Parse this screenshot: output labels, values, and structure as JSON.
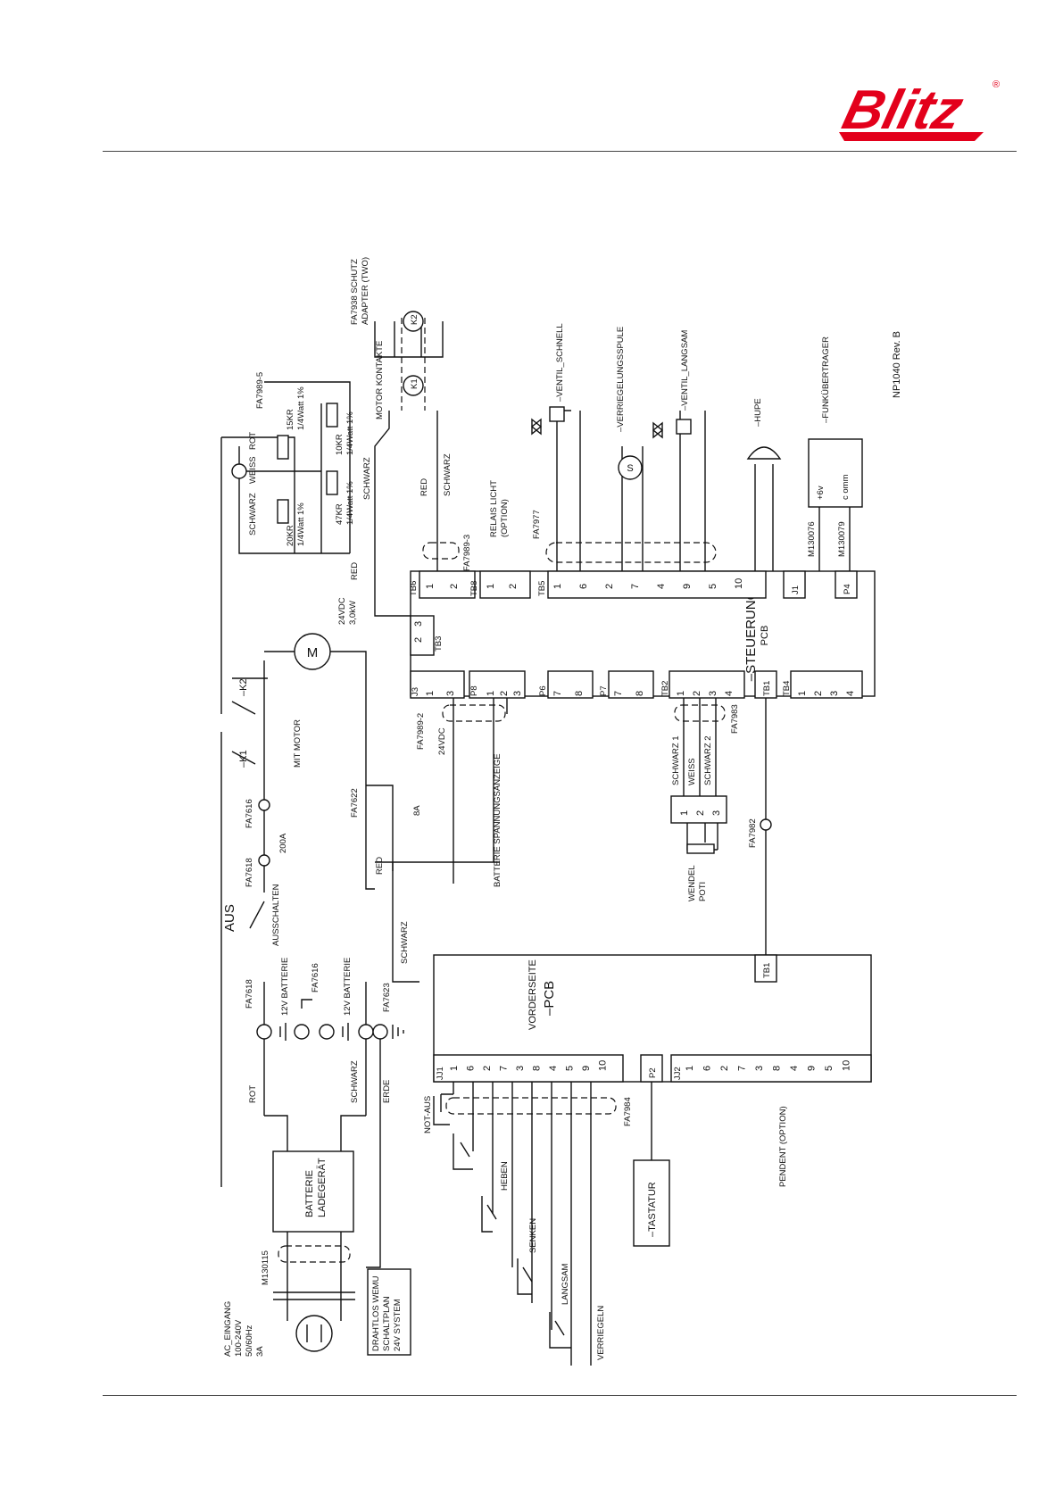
{
  "brand": {
    "logo_text": "Blitz",
    "registered": "®",
    "accent": "#e3001b"
  },
  "ac_input": {
    "lines": [
      "AC_EINGANG",
      "100-240V",
      "50/60Hz",
      "3A"
    ],
    "cable": "M130115"
  },
  "plan_title": [
    "DRAHTLOS WEMU",
    "SCHALTPLAN",
    "24V SYSTEM"
  ],
  "charger": {
    "lines": [
      "BATTERIE",
      "LADEGERÄT"
    ]
  },
  "wire_labels": {
    "rot": "ROT",
    "schwarz": "SCHWARZ",
    "erde": "ERDE",
    "red": "RED",
    "weiss": "WEISS",
    "schwarz1": "SCHWARZ 1",
    "schwarz2": "SCHWARZ 2"
  },
  "battery": {
    "upper": "12V BATTERIE",
    "lower": "12V BATTERIE",
    "fa7618": "FA7618",
    "fa7616": "FA7616",
    "fa7623": "FA7623"
  },
  "switch": {
    "aus": "AUS",
    "ausschalten": "AUSSCHALTEN",
    "fa7618": "FA7618"
  },
  "fuse": {
    "fa7616": "FA7616",
    "rating": "200A"
  },
  "fuse_small": {
    "fa7622": "FA7622",
    "rating": "8A"
  },
  "contactors": {
    "k1": "–K1",
    "k2": "–K2",
    "mit_motor": "MIT MOTOR"
  },
  "motor": {
    "symbol": "M",
    "spec1": "24VDC",
    "spec2": "3,0kW"
  },
  "resistors": {
    "fa7989_5": "FA7989-5",
    "r1": [
      "15KR",
      "1/4Watt 1%"
    ],
    "r2": [
      "10KR",
      "1/4Watt 1%"
    ],
    "r3": [
      "47KR",
      "1/4Watt 1%"
    ],
    "r4": [
      "20KR",
      "1/4Watt 1%"
    ]
  },
  "motor_contacts": {
    "label": "MOTOR KONTAKTE",
    "k1": "K1",
    "k2": "K2",
    "adapter": [
      "FA7938 SCHUTZ",
      "ADAPTER (TWO)"
    ]
  },
  "relais": {
    "label": [
      "RELAIS LICHT",
      "(OPTION)"
    ],
    "fa7989_3": "FA7989-3"
  },
  "valves": {
    "schnell": "–VENTIL_SCHNELL",
    "spule": "–VERRIEGELUNGSSPULE",
    "langsam": "–VENTIL_LANGSAM",
    "spule_symbol": "S",
    "fa7977": "FA7977"
  },
  "hupe": "–HUPE",
  "funk": {
    "label": "–FUNKÜBERTRAGER",
    "v6": "+6v",
    "comm": "c omm",
    "m130076": "M130076",
    "m130079": "M130079"
  },
  "doc_rev": "NP1040 Rev. B",
  "steuerung": {
    "label": "–STEUERUNG",
    "sub": "PCB"
  },
  "connectors_top": {
    "tb6": {
      "name": "TB6",
      "pins": [
        "1",
        "2"
      ]
    },
    "tb8": {
      "name": "TB8",
      "pins": [
        "1",
        "2"
      ]
    },
    "tb5": {
      "name": "TB5",
      "pins": [
        "1",
        "6",
        "2",
        "7",
        "4",
        "9",
        "5",
        "10"
      ]
    },
    "j1": "J1",
    "p4": "P4",
    "tb3": {
      "name": "TB3",
      "pins": [
        "2",
        "3"
      ]
    }
  },
  "connectors_bottom": {
    "j3": {
      "name": "J3",
      "pins": [
        "1",
        "3"
      ]
    },
    "p8": {
      "name": "P8",
      "pins": [
        "1",
        "2",
        "3"
      ]
    },
    "p6": {
      "name": "P6",
      "pins": [
        "7",
        "8"
      ]
    },
    "p7": {
      "name": "P7",
      "pins": [
        "7",
        "8"
      ]
    },
    "tb2": {
      "name": "TB2",
      "pins": [
        "1",
        "2",
        "3",
        "4"
      ]
    },
    "tb1": "TB1",
    "tb4": {
      "name": "TB4",
      "pins": [
        "1",
        "2",
        "3",
        "4"
      ]
    }
  },
  "cables_mid": {
    "fa7989_2": "FA7989-2",
    "v24": "24VDC",
    "spannung": "BATTERIE SPANNUNGSANZEIGE",
    "fa7983": "FA7983",
    "fa7982": "FA7982"
  },
  "poti": {
    "pins": [
      "1",
      "2",
      "3"
    ],
    "label": [
      "WENDEL",
      "POTI"
    ]
  },
  "vorderseite": {
    "label": "VORDERSEITE",
    "sub": "–PCB",
    "tb1": "TB1",
    "p2": "P2"
  },
  "j1_pins": [
    "1",
    "6",
    "2",
    "7",
    "3",
    "8",
    "4",
    "5",
    "9",
    "10"
  ],
  "j2_pins": [
    "1",
    "6",
    "2",
    "7",
    "3",
    "8",
    "4",
    "9",
    "5",
    "10"
  ],
  "j1_name": "JJ1",
  "j2_name": "JJ2",
  "buttons": {
    "notaus": "NOT-AUS",
    "heben": "HEBEN",
    "senken": "SENKEN",
    "langsam": "LANGSAM",
    "verriegeln": "VERRIEGELN",
    "fa7984": "FA7984"
  },
  "tastatur": "–TASTATUR",
  "pendent": "PENDENT (OPTION)"
}
